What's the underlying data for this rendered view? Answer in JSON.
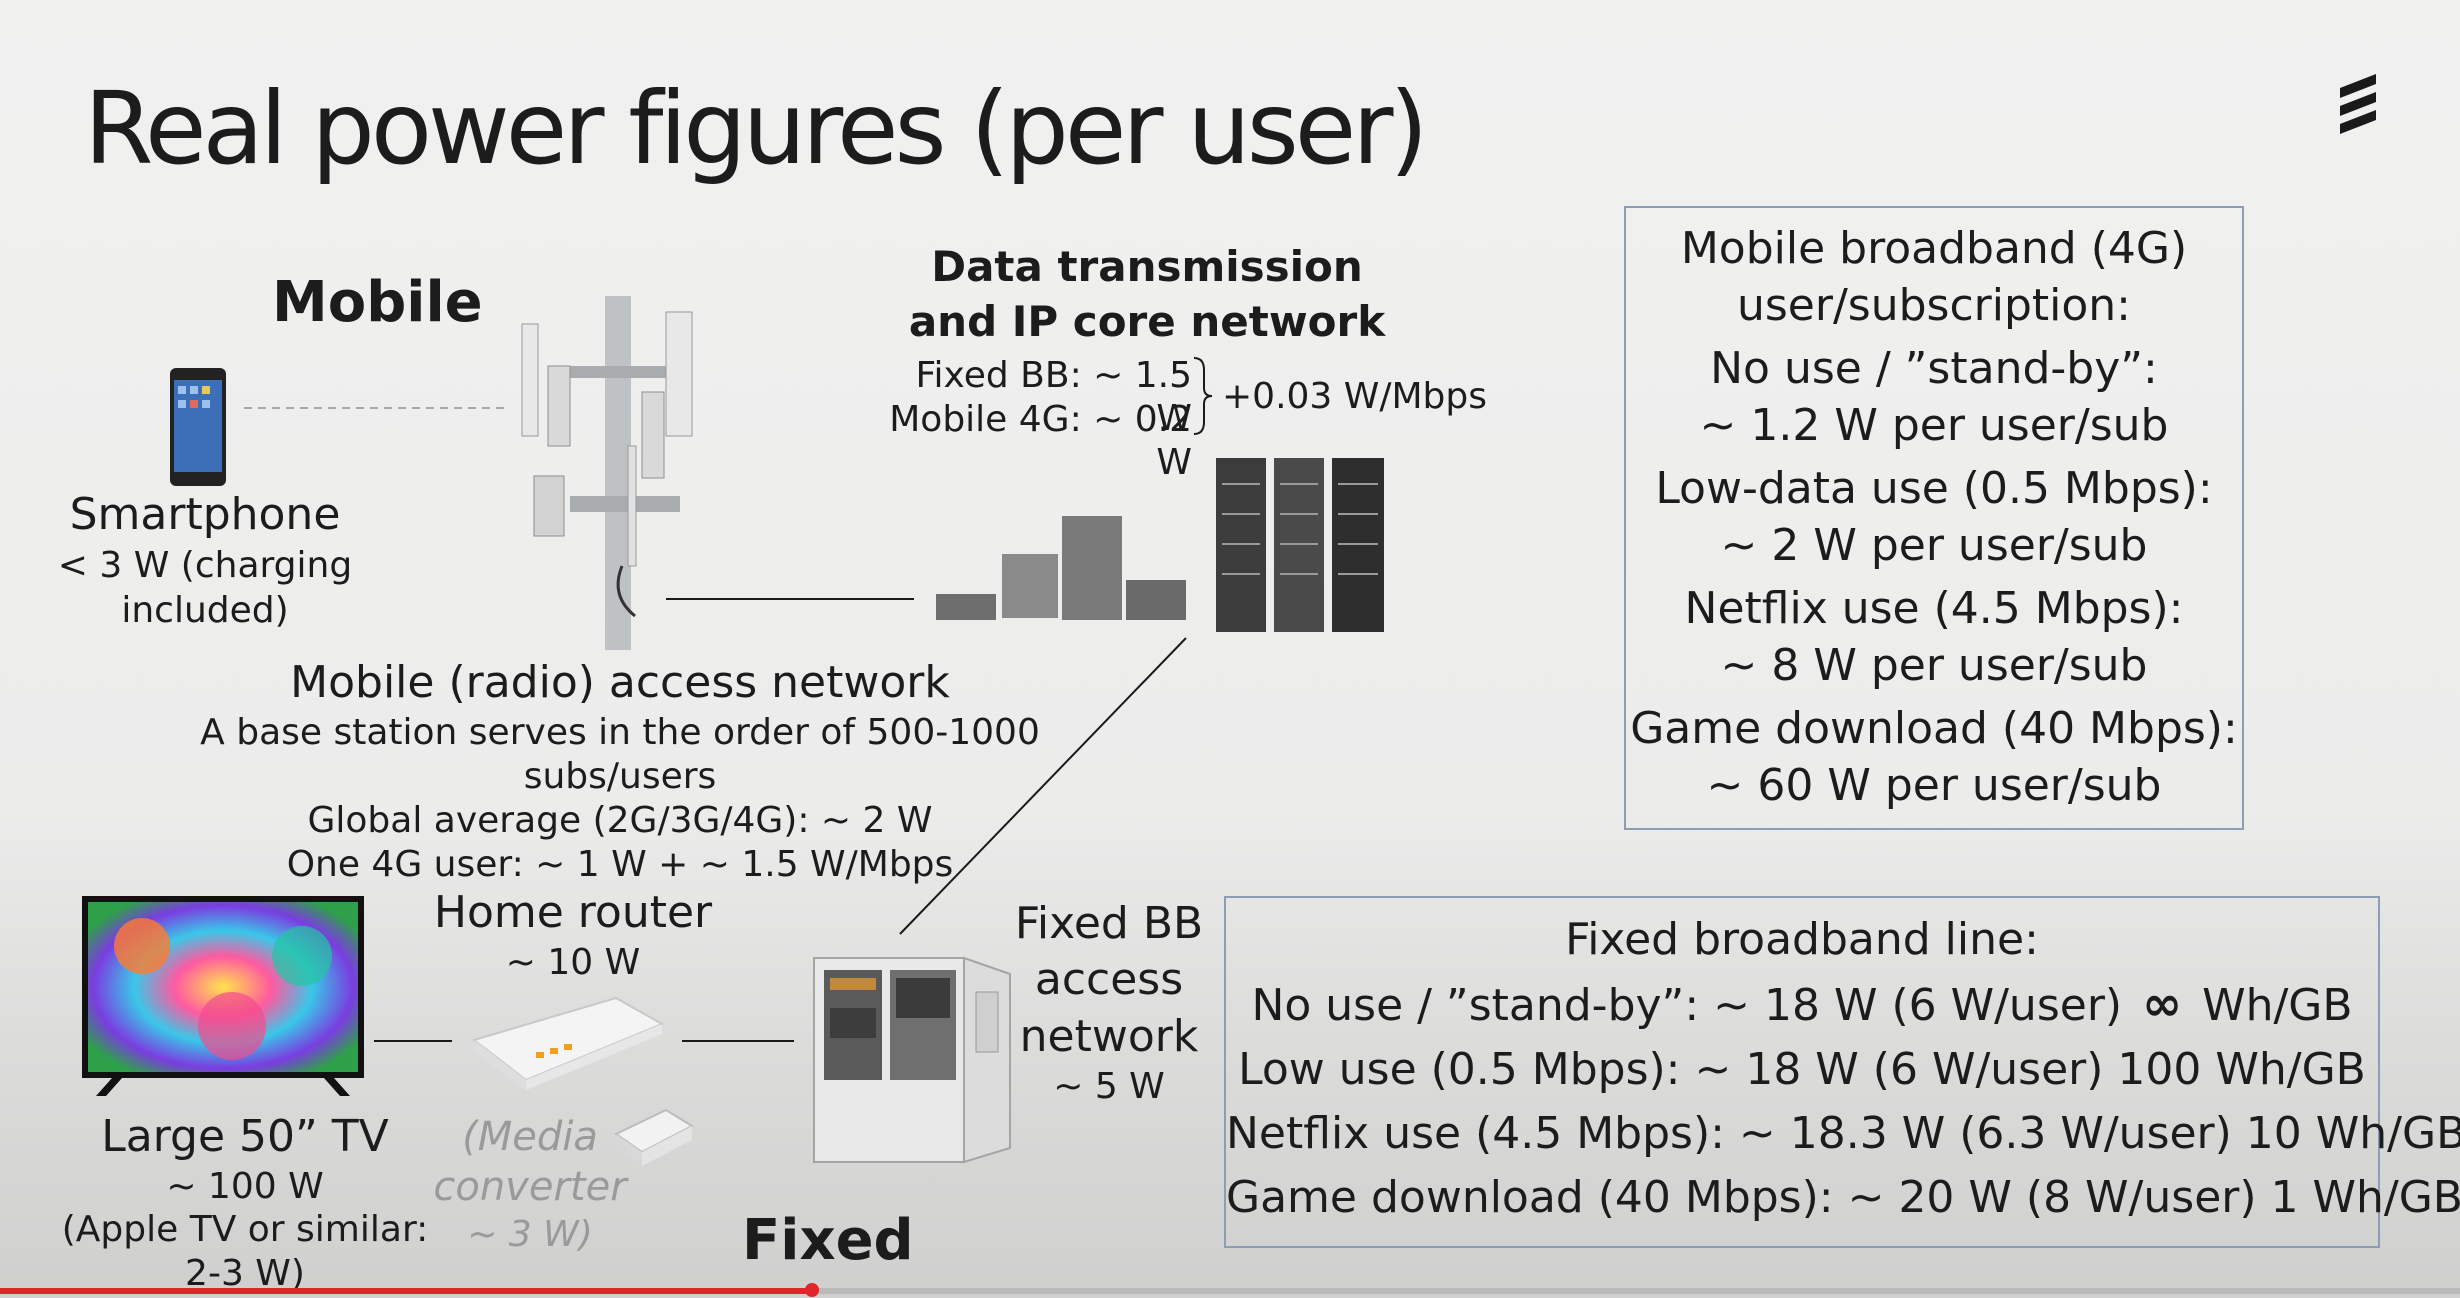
{
  "title": "Real power figures (per user)",
  "mobile_heading": "Mobile",
  "fixed_heading": "Fixed",
  "smartphone": {
    "label": "Smartphone",
    "desc_1": "< 3 W (charging",
    "desc_2": "included)"
  },
  "ran": {
    "label": "Mobile (radio) access network",
    "line_1": "A base station serves in the order of 500-1000 subs/users",
    "line_2": "Global average (2G/3G/4G): ~ 2 W",
    "line_3": "One 4G user: ~ 1 W + ~ 1.5 W/Mbps"
  },
  "core": {
    "heading_1": "Data transmission",
    "heading_2": "and IP core network",
    "fixed_bb": "Fixed BB: ~ 1.5 W",
    "mobile_4g": "Mobile 4G: ~ 0.2 W",
    "per_mbps": "+0.03 W/Mbps"
  },
  "mobile_box": {
    "lines": [
      "Mobile broadband (4G)",
      "user/subscription:",
      "No use / ”stand-by”:",
      "~ 1.2 W per user/sub",
      "Low-data use (0.5 Mbps):",
      "~ 2 W per user/sub",
      "Netflix use (4.5 Mbps):",
      "~ 8 W per user/sub",
      "Game download (40 Mbps):",
      "~ 60 W per user/sub"
    ]
  },
  "fixed_box": {
    "heading": "Fixed broadband line:",
    "lines": [
      {
        "text": "No use / ”stand-by”: ~ 18 W (6 W/user)",
        "suffix": "Wh/GB"
      },
      {
        "text": "Low use (0.5 Mbps): ~ 18 W (6 W/user) 100 Wh/GB"
      },
      {
        "text": "Netflix use (4.5 Mbps): ~ 18.3 W (6.3 W/user) 10 Wh/GB"
      },
      {
        "text": "Game download (40 Mbps): ~ 20 W (8 W/user) 1 Wh/GB"
      }
    ]
  },
  "tv": {
    "label": "Large 50” TV",
    "power": "~ 100 W",
    "note_1": "(Apple TV or similar:",
    "note_2": "2-3 W)"
  },
  "router": {
    "label": "Home router",
    "power": "~ 10 W"
  },
  "media_converter": {
    "line_1": "(Media",
    "line_2": "converter",
    "line_3": "~ 3 W)"
  },
  "fixed_access": {
    "line_1": "Fixed BB",
    "line_2": "access",
    "line_3": "network",
    "power": "~ 5 W"
  },
  "video_progress": 0.33,
  "colors": {
    "accent": "#e0262b",
    "box_border": "#8d9db5"
  }
}
